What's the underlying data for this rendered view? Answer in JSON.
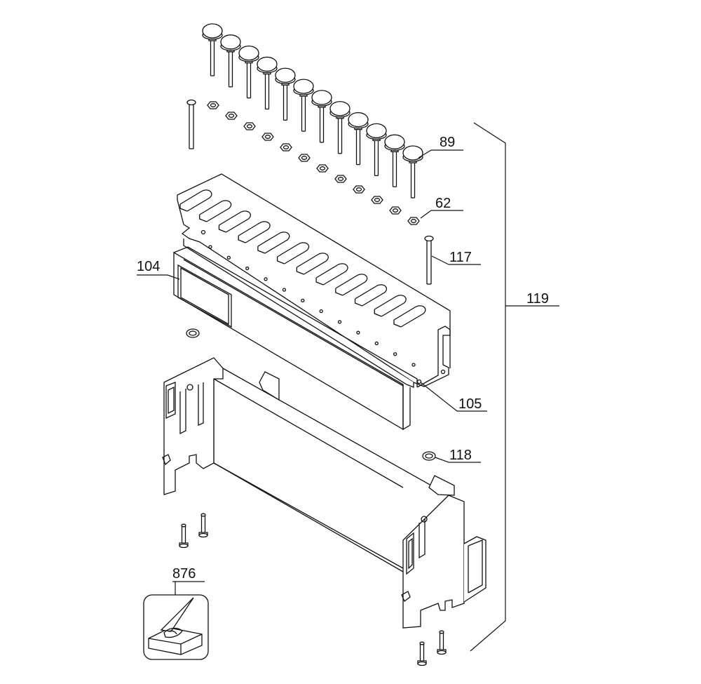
{
  "diagram": {
    "type": "exploded-parts-view",
    "callouts": {
      "p89": "89",
      "p62": "62",
      "p117": "117",
      "p119": "119",
      "p104": "104",
      "p105": "105",
      "p118": "118",
      "p876": "876"
    }
  }
}
